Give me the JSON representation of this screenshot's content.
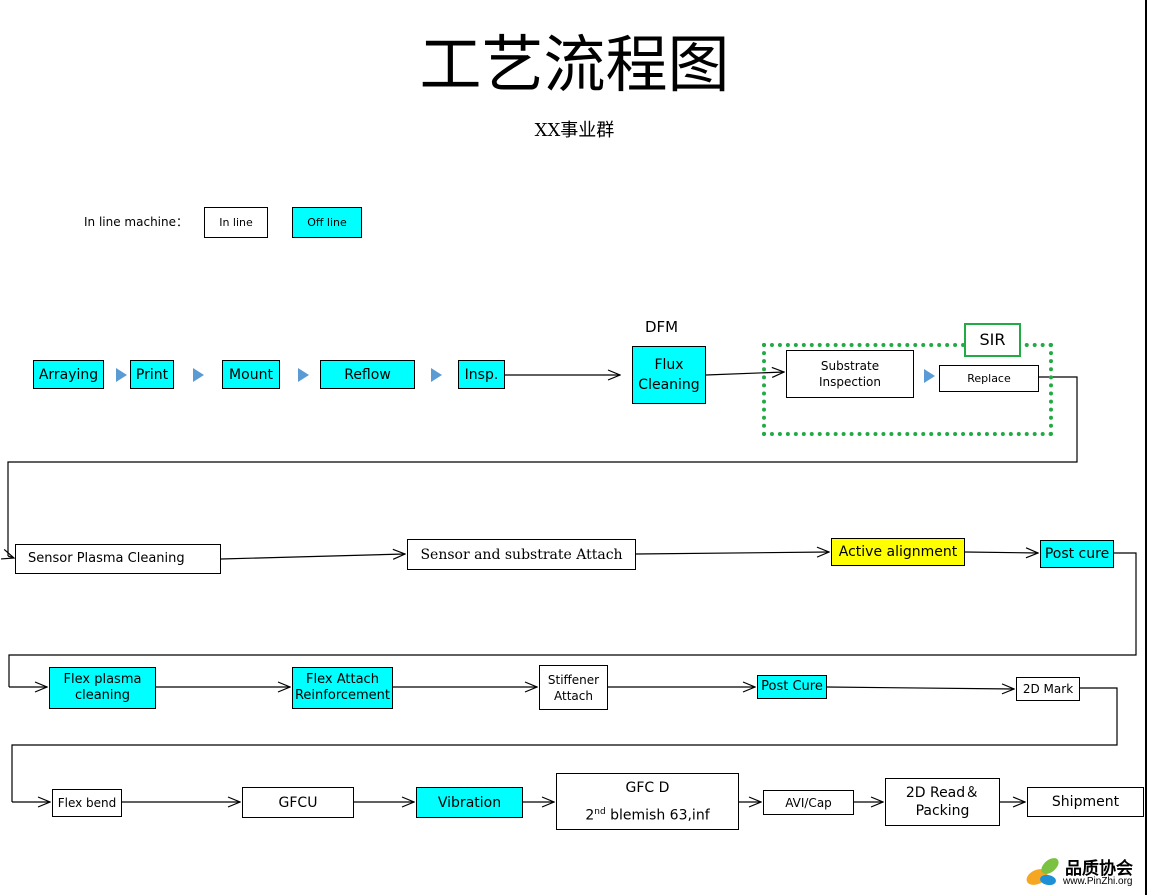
{
  "title": "工艺流程图",
  "subtitle": "XX事业群",
  "legend": {
    "label": "In line machine：",
    "inline_label": "In line",
    "offline_label": "Off line"
  },
  "dfm_label": "DFM",
  "sir_label": "SIR",
  "colors": {
    "offline": "#00ffff",
    "highlight": "#ffff00",
    "sir_frame": "#22aa44",
    "arrow": "#5b9bd5"
  },
  "row1": {
    "arraying": "Arraying",
    "print": "Print",
    "mount": "Mount",
    "reflow": "Reflow",
    "insp": "Insp.",
    "flux": "Flux\nCleaning",
    "substrate": "Substrate\nInspection",
    "replace": "Replace"
  },
  "row2": {
    "sensor_plasma": "Sensor Plasma Cleaning",
    "sensor_attach": "Sensor and substrate  Attach",
    "active_alignment": "Active alignment",
    "post_cure": "Post cure"
  },
  "row3": {
    "flex_plasma": "Flex plasma\ncleaning",
    "flex_attach": "Flex Attach\nReinforcement",
    "stiffener": "Stiffener\nAttach",
    "post_cure": "Post Cure",
    "mark_2d": "2D Mark"
  },
  "row4": {
    "flex_bend": "Flex bend",
    "gfcu": "GFCU",
    "vibration": "Vibration",
    "gfcd_title": "GFC D",
    "gfcd_blemish_pre": "2",
    "gfcd_blemish_sup": "nd",
    "gfcd_blemish_post": " blemish   63,inf",
    "avi": "AVI/Cap",
    "read_packing": "2D Read＆\nPacking",
    "shipment": "Shipment"
  },
  "logo": {
    "name": "品质协会",
    "url": "www.PinZhi.org",
    "icon": "leaf-logo-icon"
  }
}
